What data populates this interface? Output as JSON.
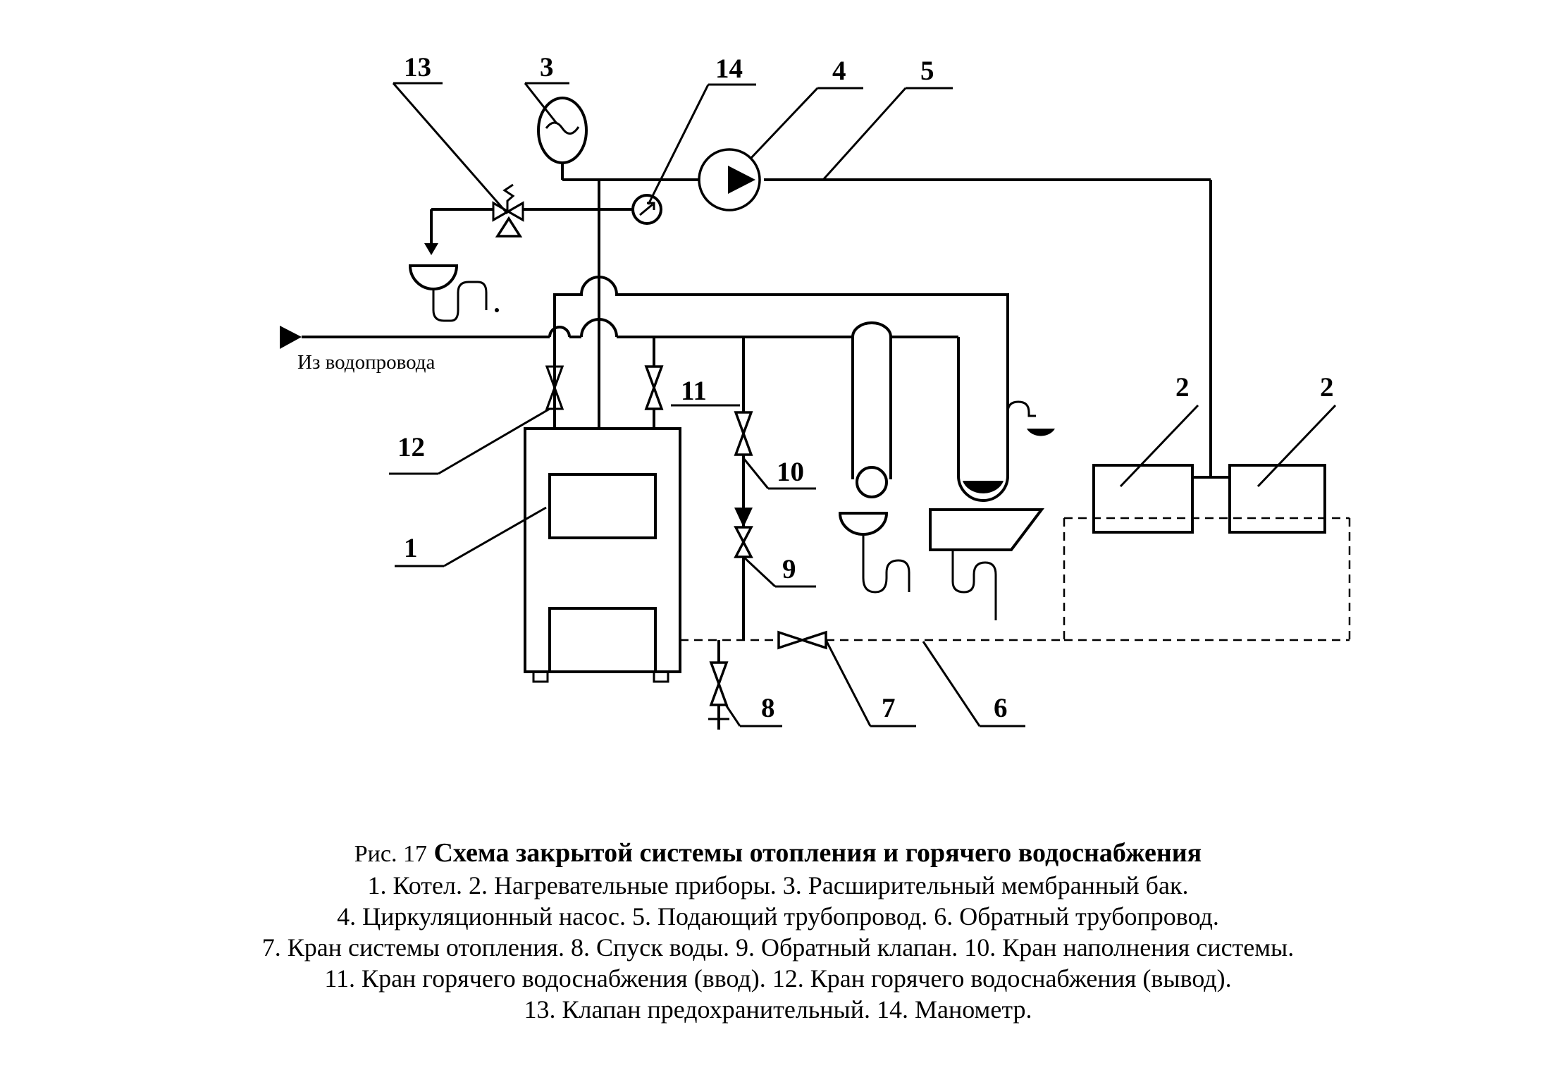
{
  "labels": {
    "n1": "1",
    "n2a": "2",
    "n2b": "2",
    "n3": "3",
    "n4": "4",
    "n5": "5",
    "n6": "6",
    "n7": "7",
    "n8": "8",
    "n9": "9",
    "n10": "10",
    "n11": "11",
    "n12": "12",
    "n13": "13",
    "n14": "14",
    "inlet": "Из водопровода"
  },
  "caption": {
    "fig": "Рис. 17",
    "title": "Схема закрытой системы отопления и горячего водоснабжения",
    "lines": [
      "1. Котел. 2. Нагревательные приборы. 3. Расширительный мембранный бак.",
      "4. Циркуляционный насос. 5. Подающий трубопровод. 6. Обратный трубопровод.",
      "7. Кран системы отопления. 8. Спуск воды. 9. Обратный клапан. 10. Кран наполнения системы.",
      "11. Кран горячего водоснабжения (ввод). 12. Кран горячего водоснабжения (вывод).",
      "13. Клапан предохранительный. 14. Манометр."
    ]
  }
}
